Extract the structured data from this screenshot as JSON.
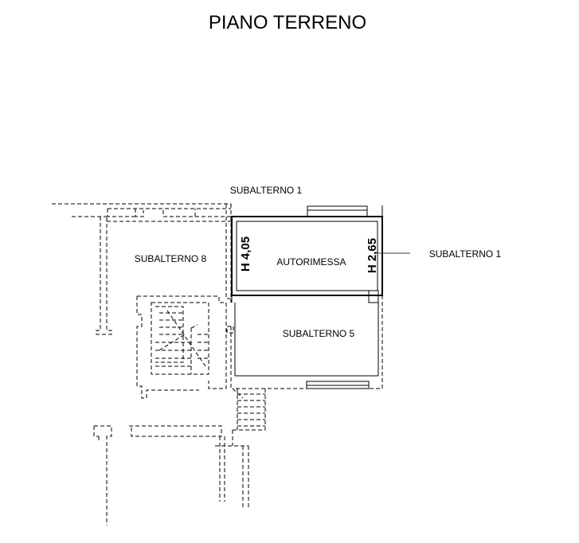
{
  "title": "PIANO TERRENO",
  "labels": {
    "subalterno1_top": "SUBALTERNO 1",
    "subalterno1_right": "SUBALTERNO 1",
    "subalterno8": "SUBALTERNO 8",
    "autorimessa": "AUTORIMESSA",
    "subalterno5": "SUBALTERNO 5",
    "height_left": "H 4,05",
    "height_right": "H 2,65"
  }
}
